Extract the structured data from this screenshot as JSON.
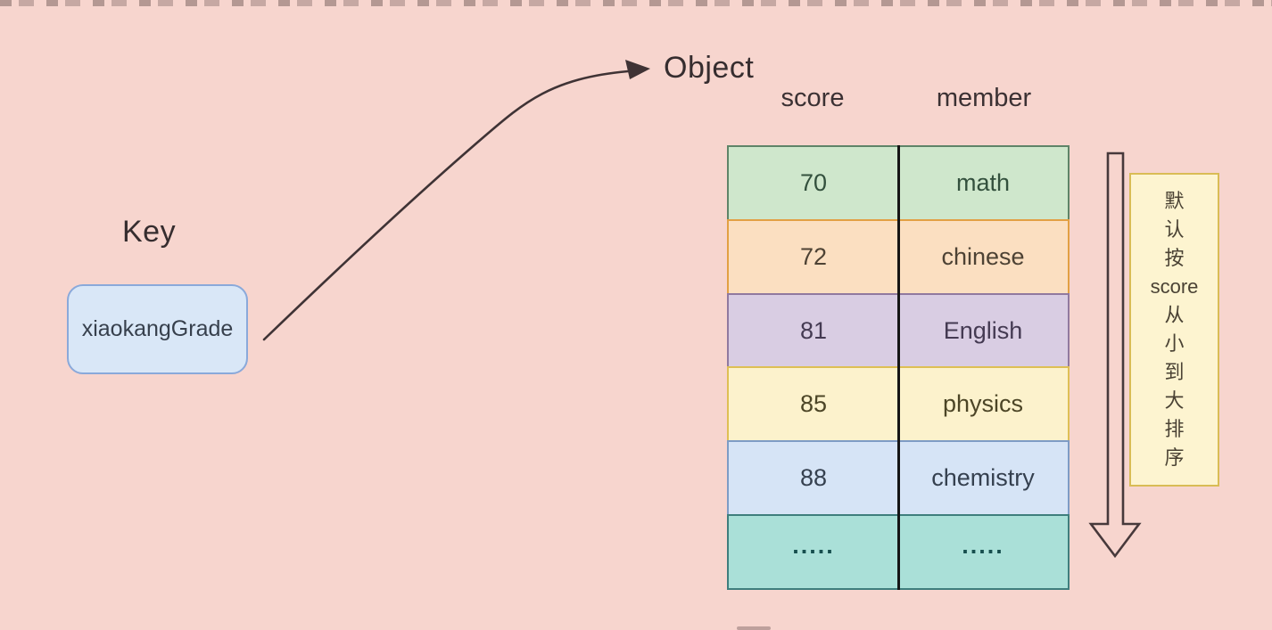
{
  "key": {
    "label": "Key",
    "name": "xiaokangGrade"
  },
  "object": {
    "label": "Object"
  },
  "table": {
    "headers": [
      "score",
      "member"
    ],
    "rows": [
      {
        "score": "70",
        "member": "math"
      },
      {
        "score": "72",
        "member": "chinese"
      },
      {
        "score": "81",
        "member": "English"
      },
      {
        "score": "85",
        "member": "physics"
      },
      {
        "score": "88",
        "member": "chemistry"
      },
      {
        "score": ".....",
        "member": "....."
      }
    ]
  },
  "note": {
    "text": "默认按score从小到大排序",
    "lines": [
      "默",
      "认",
      "按",
      "score",
      "从",
      "小",
      "到",
      "大",
      "排",
      "序"
    ]
  },
  "colors": {
    "background": "#f7d5ce",
    "key_box_fill": "#d9e7f7",
    "key_box_border": "#8aa9da",
    "note_fill": "#fdf4d0",
    "note_border": "#d9bc55",
    "arrow_stroke": "#3f3335",
    "table_divider": "#151515",
    "row_fills": [
      "#cfe7cc",
      "#fbdfc1",
      "#d9cde3",
      "#fcf2cc",
      "#d6e4f6",
      "#aae0d8"
    ],
    "row_borders": [
      "#5f8468",
      "#e2a044",
      "#90799f",
      "#debf55",
      "#7e9cc5",
      "#3f7e7d"
    ]
  }
}
